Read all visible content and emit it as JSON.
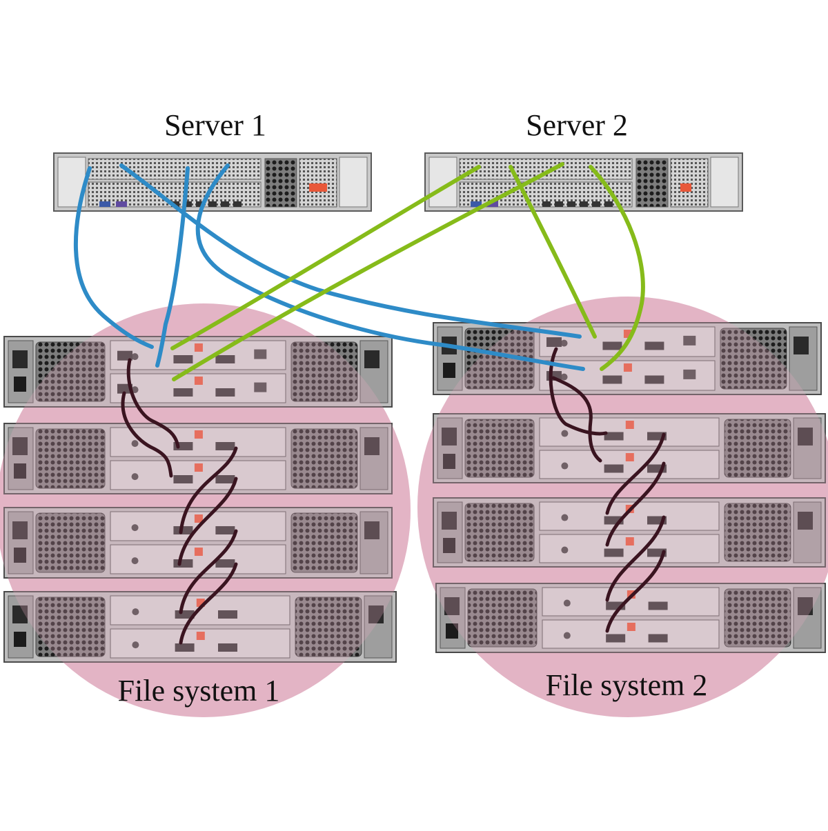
{
  "servers": [
    {
      "label": "Server 1"
    },
    {
      "label": "Server 2"
    }
  ],
  "file_systems": [
    {
      "label": "File system 1"
    },
    {
      "label": "File system 2"
    }
  ],
  "colors": {
    "background": "#ffffff",
    "fs_highlight": "#e3b9c8",
    "server1_cable": "#2e8bc7",
    "server2_cable": "#86bb1a",
    "daisy_chain_cable": "#3a1420",
    "chassis": "#b8b8b8",
    "chassis_dark": "#6f6f6f",
    "accent_orange": "#e8583a"
  },
  "icons": {
    "server": "rack-server-icon",
    "controller_enclosure": "storage-controller-icon",
    "expansion_enclosure": "storage-expansion-icon"
  }
}
